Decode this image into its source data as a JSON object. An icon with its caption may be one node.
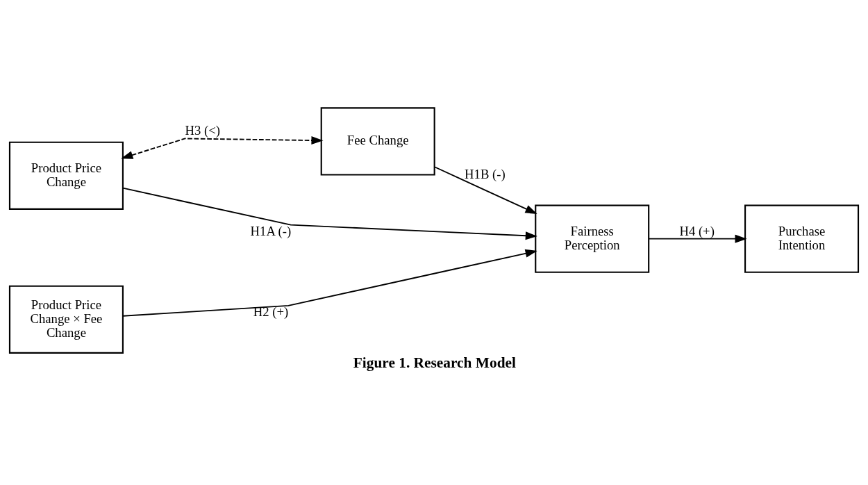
{
  "diagram": {
    "caption": "Figure 1. Research Model",
    "nodes": [
      {
        "text": [
          "Product Price Change"
        ]
      },
      {
        "text": [
          "Fee Change"
        ]
      },
      {
        "text": [
          "Product Price Change × Fee Change"
        ]
      },
      {
        "text": [
          "Fairness Perception"
        ]
      },
      {
        "text": [
          "Purchase Intention"
        ]
      }
    ],
    "edges": [
      {
        "from": 0,
        "to": 3,
        "arrow": "to",
        "label": "H1A (-)"
      },
      {
        "from": 1,
        "to": 3,
        "arrow": "to",
        "label": "H1B (-)"
      },
      {
        "from": 2,
        "to": 3,
        "arrow": "to",
        "label": "H2 (+)"
      },
      {
        "from": 3,
        "to": 4,
        "arrow": "to",
        "label": "H4 (+)"
      },
      {
        "from": 0,
        "to": 1,
        "arrow": "both",
        "style": "dashed",
        "label": "H3 (<)"
      }
    ]
  }
}
